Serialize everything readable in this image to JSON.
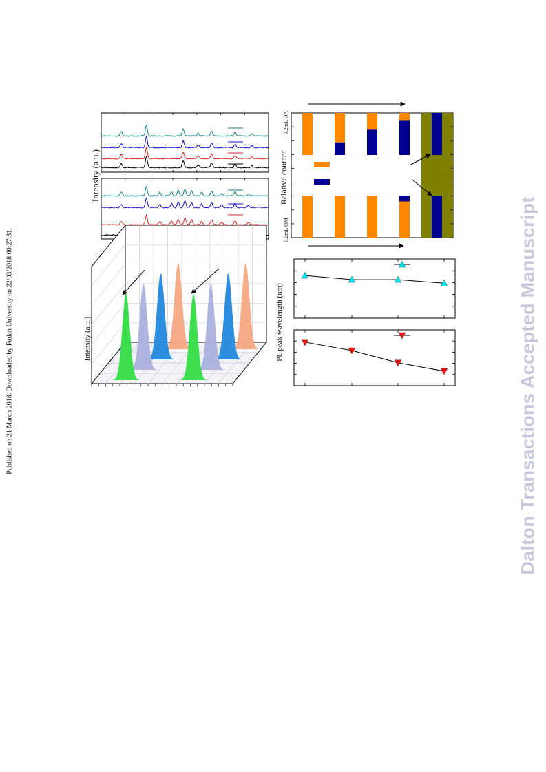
{
  "page": {
    "sidebar_text": "Published on 21 March 2018. Downloaded by Fudan University on 22/03/2018 00:27:31.",
    "watermark": "Dalton Transactions Accepted Manuscript"
  },
  "chart_data": [
    {
      "id": "xrd",
      "type": "line",
      "ylabel": "Intensity (a.u.)",
      "colors": [
        "#000000",
        "#e02020",
        "#1010d0",
        "#118080"
      ]
    },
    {
      "id": "pl3d",
      "type": "area",
      "ylabel": "Intensity (a.u.)",
      "colors": [
        "#33dd44",
        "#aab0dd",
        "#2288dd",
        "#f5a882"
      ]
    },
    {
      "id": "composition",
      "type": "bar",
      "ylabel": "Relative content",
      "top_label": "0.2mL OA",
      "bottom_label": "0.2mL OM",
      "colors": {
        "phase_a": "#ff8800",
        "phase_b": "#000090",
        "highlight": "#808000"
      },
      "top_row_phase_b_fraction": [
        0.0,
        0.3,
        0.6,
        0.83,
        1.0
      ],
      "bottom_row_phase_b_fraction": [
        0.0,
        0.0,
        0.0,
        0.14,
        1.0
      ]
    },
    {
      "id": "pl_peak",
      "type": "scatter",
      "ylabel": "PL peak wavelength (nm)",
      "series": [
        {
          "color": "#00e5ee",
          "marker": "triangle-up",
          "values": [
            0.72,
            0.65,
            0.65,
            0.59
          ]
        },
        {
          "color": "#ee1111",
          "marker": "triangle-down",
          "values": [
            0.78,
            0.63,
            0.41,
            0.26
          ]
        }
      ]
    }
  ]
}
